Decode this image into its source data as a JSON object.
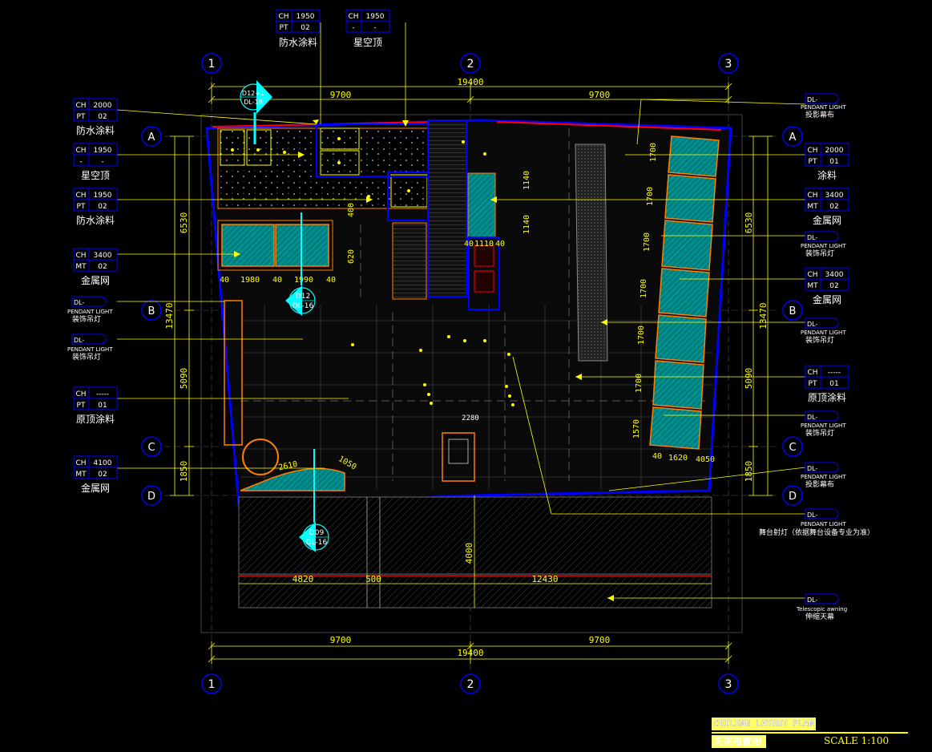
{
  "grid": {
    "columns": [
      "1",
      "2",
      "3"
    ],
    "rows": [
      "A",
      "B",
      "C",
      "D"
    ]
  },
  "dimensions": {
    "top_total": "19400",
    "top_left": "9700",
    "top_right": "9700",
    "bottom_total": "19400",
    "bottom_left": "9700",
    "bottom_right": "9700",
    "left_ab": "6530",
    "left_total": "13470",
    "left_bc": "5090",
    "left_cd": "1850",
    "right_ab": "6530",
    "right_total": "13470",
    "right_bc": "5090",
    "right_cd": "1850",
    "stage_depth": "4000",
    "stage_w1": "4820",
    "stage_w2": "500",
    "stage_w3": "12430",
    "center_2280": "2280",
    "panel_40a": "40",
    "panel_1980": "1980",
    "panel_40b": "40",
    "panel_1990": "1990",
    "panel_40c": "40",
    "stair_40a": "40",
    "stair_1110": "1110",
    "stair_40b": "40",
    "dim_2610": "2610",
    "dim_1050": "1050",
    "dim_1620": "1620",
    "dim_40d": "40",
    "dim_4050": "4050",
    "dim_1570": "1570",
    "vert_400": "400",
    "vert_620": "620",
    "vert_1140a": "1140",
    "vert_1140b": "1140",
    "right_1700": "1700"
  },
  "tags_top": [
    {
      "ch": "CH",
      "ch_val": "1950",
      "pt": "PT",
      "pt_val": "02",
      "cn": "防水涂料"
    },
    {
      "ch": "CH",
      "ch_val": "1950",
      "pt": "-",
      "pt_val": "-",
      "cn": "星空顶"
    }
  ],
  "tags_left": [
    {
      "ch": "CH",
      "ch_val": "2000",
      "pt": "PT",
      "pt_val": "02",
      "cn": "防水涂料"
    },
    {
      "ch": "CH",
      "ch_val": "1950",
      "pt": "-",
      "pt_val": "-",
      "cn": "星空顶"
    },
    {
      "ch": "CH",
      "ch_val": "1950",
      "pt": "PT",
      "pt_val": "02",
      "cn": "防水涂料"
    },
    {
      "ch": "CH",
      "ch_val": "3400",
      "pt": "MT",
      "pt_val": "02",
      "cn": "金属网"
    },
    {
      "ch": "CH",
      "ch_val": "-----",
      "pt": "PT",
      "pt_val": "01",
      "cn": "原顶涂料"
    },
    {
      "ch": "CH",
      "ch_val": "4100",
      "pt": "MT",
      "pt_val": "02",
      "cn": "金属网"
    }
  ],
  "tags_right": [
    {
      "ch": "CH",
      "ch_val": "2000",
      "pt": "PT",
      "pt_val": "01",
      "cn": "涂料"
    },
    {
      "ch": "CH",
      "ch_val": "3400",
      "pt": "MT",
      "pt_val": "02",
      "cn": "金属网"
    },
    {
      "ch": "CH",
      "ch_val": "3400",
      "pt": "MT",
      "pt_val": "02",
      "cn": "金属网"
    },
    {
      "ch": "CH",
      "ch_val": "-----",
      "pt": "PT",
      "pt_val": "01",
      "cn": "原顶涂料"
    }
  ],
  "lights_left": [
    {
      "code": "DL-",
      "en": "PENDANT LIGHT",
      "cn": "装饰吊灯"
    },
    {
      "code": "DL-",
      "en": "PENDANT LIGHT",
      "cn": "装饰吊灯"
    }
  ],
  "lights_right": [
    {
      "code": "DL-",
      "en": "PENDANT LIGHT",
      "cn": "投影幕布"
    },
    {
      "code": "DL-",
      "en": "PENDANT LIGHT",
      "cn": "装饰吊灯"
    },
    {
      "code": "DL-",
      "en": "PENDANT LIGHT",
      "cn": "装饰吊灯"
    },
    {
      "code": "DL-",
      "en": "PENDANT LIGHT",
      "cn": "装饰吊灯"
    },
    {
      "code": "DL-",
      "en": "PENDANT LIGHT",
      "cn": "投影幕布"
    },
    {
      "code": "DL-",
      "en": "PENDANT LIGHT",
      "cn": "舞台射灯（依据舞台设备专业为准）"
    },
    {
      "code": "DL-",
      "en": "Telescopic awning",
      "cn": "伸缩天幕"
    }
  ],
  "detail_markers": [
    {
      "top": "D12+1",
      "bottom": "DL-16"
    },
    {
      "top": "D12",
      "bottom": "DL-16"
    },
    {
      "top": "D09",
      "bottom": "DL-16"
    }
  ],
  "title": {
    "en": "CEILING LAYOUT PLAN",
    "cn": "天花布置图",
    "scale": "SCALE 1:100"
  },
  "colors": {
    "background": "#000000",
    "dimension": "#ffff00",
    "grid_bubble": "#0000ff",
    "tag_box": "#0000ff",
    "wall_outline": "#0000ff",
    "accent_red": "#ff0000",
    "orange": "#ff8000",
    "cyan_fill": "#00a0a0",
    "white": "#ffffff"
  }
}
